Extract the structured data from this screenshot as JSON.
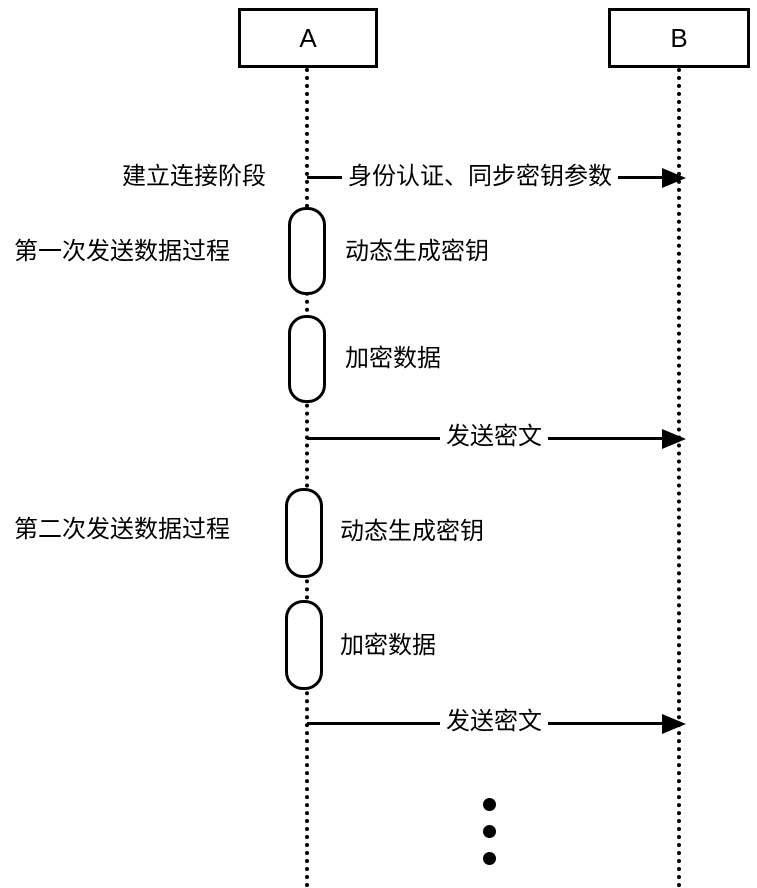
{
  "diagram": {
    "type": "sequence-diagram",
    "actors": [
      {
        "label": "A"
      },
      {
        "label": "B"
      }
    ],
    "phase_label": "建立连接阶段",
    "processes": [
      {
        "label": "第一次发送数据过程"
      },
      {
        "label": "第二次发送数据过程"
      }
    ],
    "messages": [
      {
        "label": "身份认证、同步密钥参数",
        "from": "A",
        "to": "B"
      },
      {
        "label": "发送密文",
        "from": "A",
        "to": "B"
      },
      {
        "label": "发送密文",
        "from": "A",
        "to": "B"
      }
    ],
    "activations": [
      {
        "label": "动态生成密钥"
      },
      {
        "label": "加密数据"
      },
      {
        "label": "动态生成密钥"
      },
      {
        "label": "加密数据"
      }
    ],
    "colors": {
      "line": "#000000",
      "background": "#ffffff"
    }
  }
}
